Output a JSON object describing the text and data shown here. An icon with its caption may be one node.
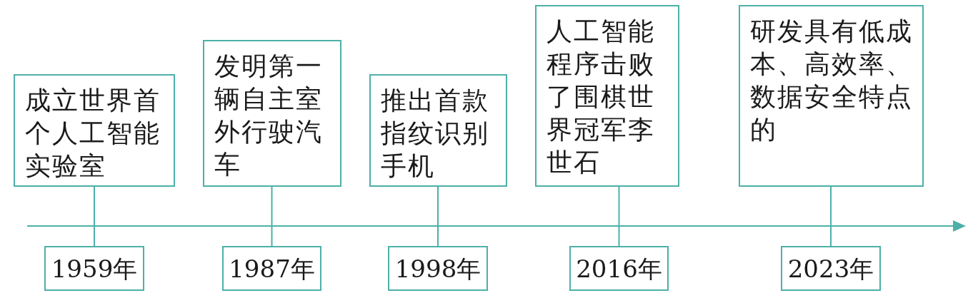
{
  "diagram": {
    "nodes": [
      {
        "text": [
          "成立世界首个人工智能实验室"
        ]
      },
      {
        "text": [
          "发明第一辆自主室外行驶汽车"
        ]
      },
      {
        "text": [
          "推出首款指纹识别手机"
        ]
      },
      {
        "text": [
          "人工智能程序击败了围棋世界冠军李世石"
        ]
      },
      {
        "text": [
          "研发具有低成本、高效率、数据安全特点的"
        ]
      },
      {
        "text": [
          "1959年"
        ]
      },
      {
        "text": [
          "1987年"
        ]
      },
      {
        "text": [
          "1998年"
        ]
      },
      {
        "text": [
          "2016年"
        ]
      },
      {
        "text": [
          "2023年"
        ]
      }
    ],
    "edges": [
      {
        "from": 0,
        "to": 5,
        "arrow": "none"
      },
      {
        "from": 1,
        "to": 6,
        "arrow": "none"
      },
      {
        "from": 2,
        "to": 7,
        "arrow": "none"
      },
      {
        "from": 3,
        "to": 8,
        "arrow": "none"
      },
      {
        "from": 4,
        "to": 9,
        "arrow": "none"
      }
    ]
  }
}
